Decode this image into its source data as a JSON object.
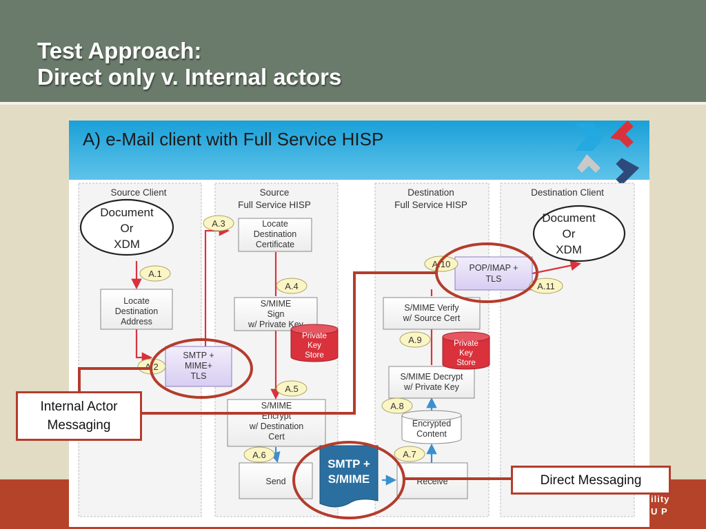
{
  "slide": {
    "title_line1": "Test Approach:",
    "title_line2": "Direct only v. Internal actors",
    "footer_line1": "ility",
    "footer_line2": "U P"
  },
  "diagram": {
    "title": "A)  e-Mail client with Full Service HISP",
    "lanes": {
      "source_client": "Source Client",
      "source_hisp_1": "Source",
      "source_hisp_2": "Full Service HISP",
      "dest_hisp_1": "Destination",
      "dest_hisp_2": "Full Service HISP",
      "dest_client": "Destination Client"
    },
    "doc_source": [
      "Document",
      "Or",
      "XDM"
    ],
    "doc_dest": [
      "Document",
      "Or",
      "XDM"
    ],
    "boxes": {
      "locate_address": [
        "Locate",
        "Destination",
        "Address"
      ],
      "smtp_mime_tls": [
        "SMTP +",
        "MIME+",
        "TLS"
      ],
      "locate_cert": [
        "Locate",
        "Destination",
        "Certificate"
      ],
      "smime_sign": [
        "S/MIME",
        "Sign",
        "w/ Private Key"
      ],
      "smime_encrypt": [
        "S/MIME",
        "Encrypt",
        "w/ Destination",
        "Cert"
      ],
      "send": "Send",
      "smtp_smime": [
        "SMTP +",
        "S/MIME"
      ],
      "receive": "Receive",
      "encrypted_content": [
        "Encrypted",
        "Content"
      ],
      "smime_decrypt": [
        "S/MIME Decrypt",
        "w/ Private Key"
      ],
      "smime_verify": [
        "S/MIME Verify",
        "w/ Source Cert"
      ],
      "pop_imap_tls": [
        "POP/IMAP +",
        "TLS"
      ]
    },
    "key_store_source": [
      "Private",
      "Key",
      "Store"
    ],
    "key_store_dest": [
      "Private",
      "Key",
      "Store"
    ],
    "steps": [
      "A.1",
      "A.2",
      "A.3",
      "A.4",
      "A.5",
      "A.6",
      "A.7",
      "A.8",
      "A.9",
      "A.10",
      "A.11"
    ]
  },
  "callouts": {
    "internal_line1": "Internal Actor",
    "internal_line2": "Messaging",
    "direct": "Direct Messaging"
  },
  "colors": {
    "header": "#6b7b6b",
    "background": "#e2dcc4",
    "footer": "#b5432a",
    "highlight": "#b43c2c",
    "flow_red": "#d9323c",
    "flow_blue": "#3a8fd0"
  }
}
